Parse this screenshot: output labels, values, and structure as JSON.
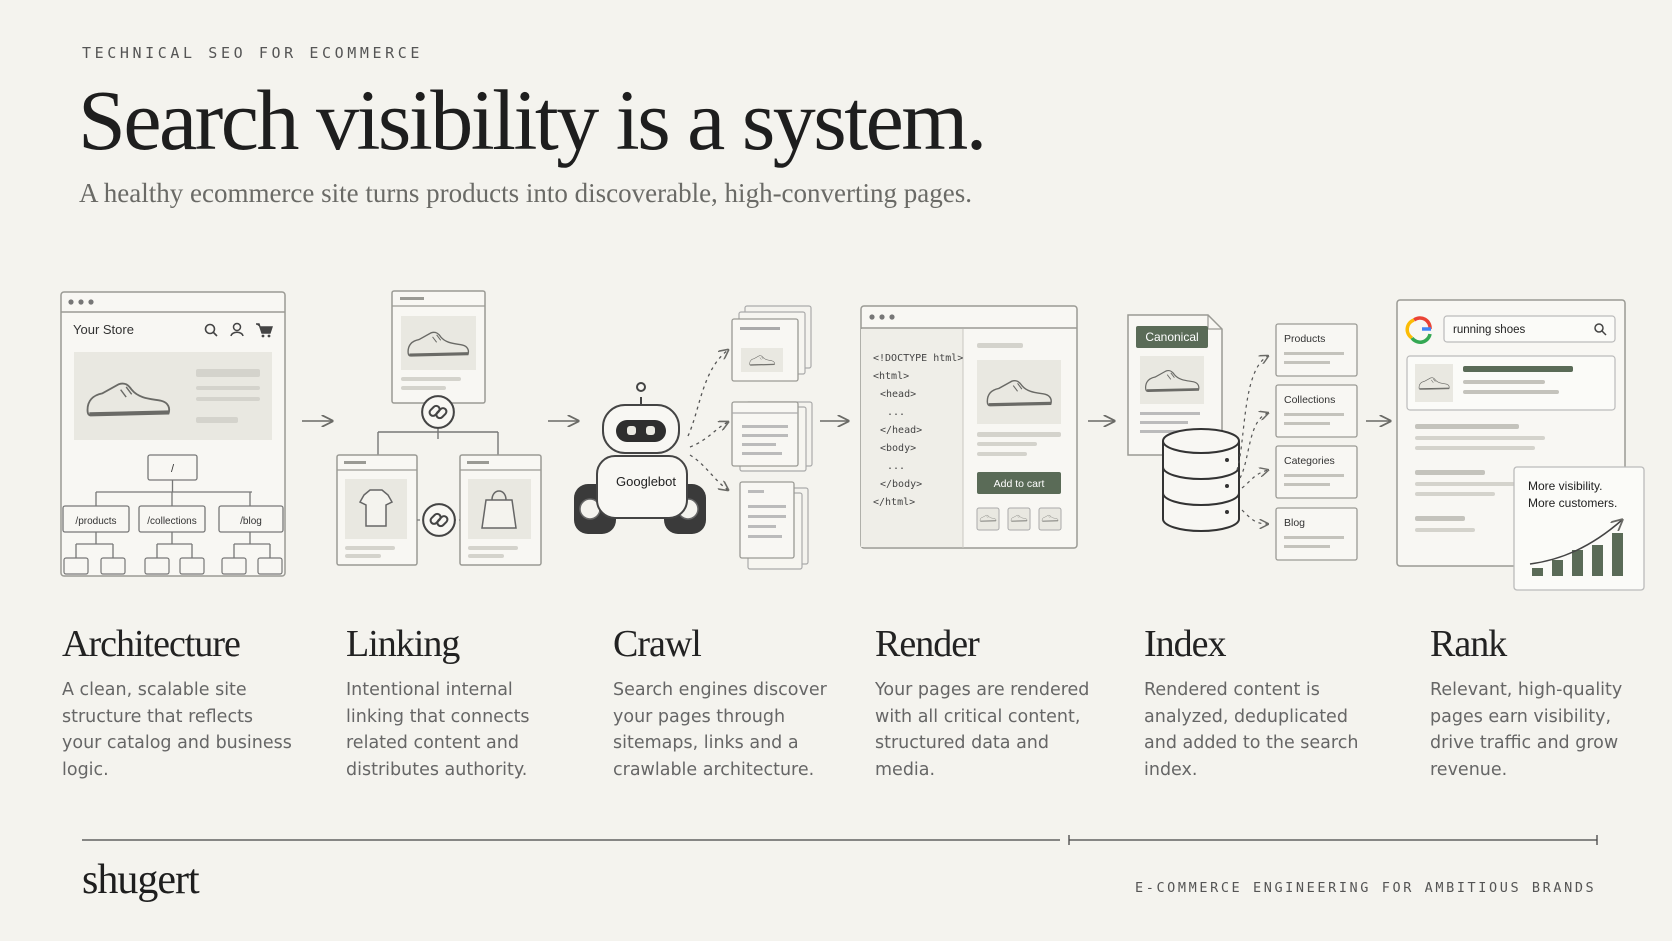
{
  "header": {
    "eyebrow": "TECHNICAL SEO FOR ECOMMERCE",
    "title": "Search visibility is a system.",
    "subtitle": "A healthy ecommerce site turns products into discoverable, high-converting pages."
  },
  "illustrations": {
    "store": {
      "name": "Your Store",
      "root": "/",
      "paths": [
        "/products",
        "/collections",
        "/blog"
      ]
    },
    "crawler": {
      "label": "Googlebot"
    },
    "render": {
      "code": [
        "<!DOCTYPE html>",
        "<html>",
        "<head>",
        "...",
        "</head>",
        "<body>",
        "...",
        "</body>",
        "</html>"
      ],
      "cta": "Add to cart"
    },
    "index": {
      "badge": "Canonical",
      "categories": [
        "Products",
        "Collections",
        "Categories",
        "Blog"
      ]
    },
    "serp": {
      "query": "running shoes",
      "callout": [
        "More visibility.",
        "More customers."
      ]
    }
  },
  "steps": [
    {
      "title": "Architecture",
      "description": "A clean, scalable site structure that reflects your catalog and business logic."
    },
    {
      "title": "Linking",
      "description": "Intentional internal linking that connects related content and distributes authority."
    },
    {
      "title": "Crawl",
      "description": "Search engines discover your pages through sitemaps, links and a crawlable architecture."
    },
    {
      "title": "Render",
      "description": "Your pages are rendered with all critical content, structured data and media."
    },
    {
      "title": "Index",
      "description": "Rendered content is analyzed, deduplicated and added to the search index."
    },
    {
      "title": "Rank",
      "description": "Relevant, high-quality pages earn visibility, drive traffic and grow revenue."
    }
  ],
  "footer": {
    "brand": "shugert",
    "tagline": "E-COMMERCE ENGINEERING FOR AMBITIOUS BRANDS"
  },
  "colors": {
    "background": "#f4f3ee",
    "accent": "#5a6b57",
    "ink": "#1e1e1e",
    "muted": "#666666"
  }
}
